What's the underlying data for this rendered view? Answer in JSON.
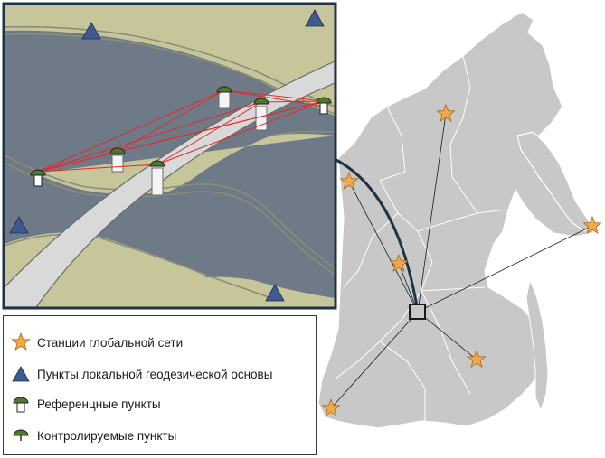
{
  "legend": {
    "items": [
      {
        "label": "Станции глобальной сети",
        "icon": "star-icon"
      },
      {
        "label": "Пункты локальной геодезической основы",
        "icon": "triangle-icon"
      },
      {
        "label": "Референцные пункты",
        "icon": "reference-point-icon"
      },
      {
        "label": "Контролируемые пункты",
        "icon": "monitored-point-icon"
      }
    ]
  },
  "colors": {
    "land": "#c8c8c8",
    "land_border": "#ffffff",
    "water": "#6f7a88",
    "bank": "#c6c69a",
    "bridge": "#d9d9d9",
    "station_star": "#f0a848",
    "triangle": "#3f5a8f",
    "link_line": "#e22a2a",
    "frame": "#1f3346",
    "marker_green": "#4a7a2a"
  }
}
